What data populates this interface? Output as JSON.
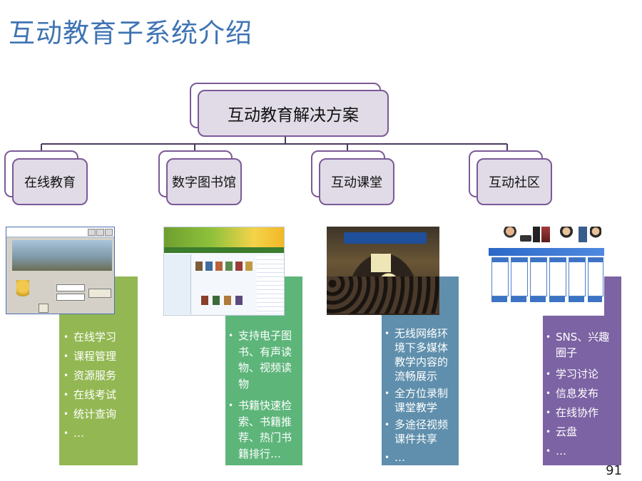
{
  "slide": {
    "title": "互动教育子系统介绍",
    "page_number": "91"
  },
  "colors": {
    "title": "#3f74b4",
    "box_border": "#7b5a97",
    "box_fill": "#e0dbe6",
    "panel_online": "#93b853",
    "panel_library": "#5db57a",
    "panel_classroom": "#5f8fac",
    "panel_community": "#7c63a3"
  },
  "diagram": {
    "root": "互动教育解决方案",
    "children": [
      {
        "label": "在线教育",
        "bullets": [
          "在线学习",
          "课程管理",
          "资源服务",
          "在线考试",
          "统计查询",
          "…"
        ]
      },
      {
        "label": "数字图书馆",
        "bullets": [
          "支持电子图书、有声读物、视频读物",
          "书籍快速检索、书籍推荐、热门书籍排行…"
        ]
      },
      {
        "label": "互动课堂",
        "bullets": [
          "无线网络环境下多媒体教学内容的流畅展示",
          "全方位录制课堂教学",
          "多途径视频课件共享",
          "…"
        ]
      },
      {
        "label": "互动社区",
        "bullets": [
          "SNS、兴趣圈子",
          "学习讨论",
          "信息发布",
          "在线协作",
          "云盘",
          "…"
        ]
      }
    ]
  }
}
